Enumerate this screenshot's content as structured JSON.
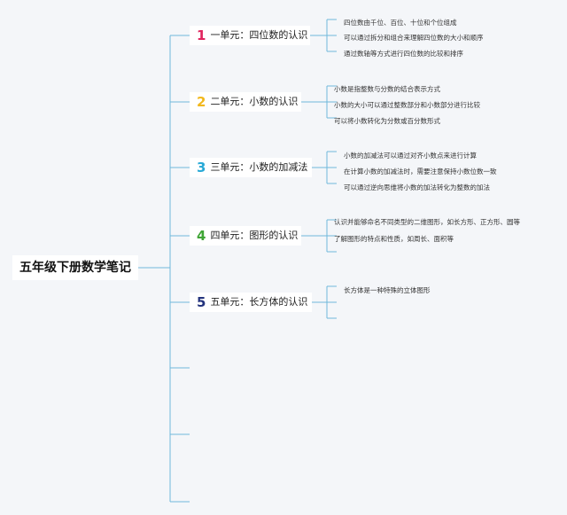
{
  "mindmap": {
    "root": "五年级下册数学笔记",
    "units": [
      {
        "num": "1",
        "title": "一单元：四位数的认识",
        "color": "#e0245e",
        "notes": [
          "四位数由千位、百位、十位和个位组成",
          "可以通过拆分和组合来理解四位数的大小和顺序",
          "通过数轴等方式进行四位数的比较和排序"
        ]
      },
      {
        "num": "2",
        "title": "二单元：小数的认识",
        "color": "#f2b81d",
        "notes": [
          "小数是指整数与分数的结合表示方式",
          "小数的大小可以通过整数部分和小数部分进行比较",
          "可以将小数转化为分数或百分数形式"
        ]
      },
      {
        "num": "3",
        "title": "三单元：小数的加减法",
        "color": "#28a9d6",
        "notes": [
          "小数的加减法可以通过对齐小数点来进行计算",
          "在计算小数的加减法时，需要注意保持小数位数一致",
          "可以通过逆向思维将小数的加法转化为整数的加法"
        ]
      },
      {
        "num": "4",
        "title": "四单元：图形的认识",
        "color": "#3fa535",
        "notes": [
          "认识并能够命名不同类型的二维图形，如长方形、正方形、圆等",
          "了解图形的特点和性质，如周长、面积等"
        ]
      },
      {
        "num": "5",
        "title": "五单元：长方体的认识",
        "color": "#23337d",
        "notes": [
          "长方体是一种特殊的立体图形"
        ]
      }
    ],
    "line_color": "#6fb8dc"
  }
}
